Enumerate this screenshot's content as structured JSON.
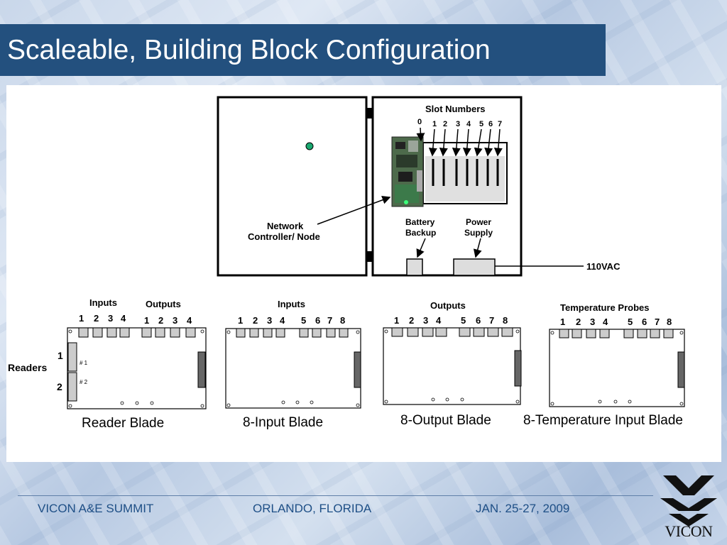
{
  "slide": {
    "title": "Scaleable, Building Block Configuration"
  },
  "diagram": {
    "slot_numbers_label": "Slot Numbers",
    "slot_numbers": [
      "0",
      "1",
      "2",
      "3",
      "4",
      "5",
      "6",
      "7"
    ],
    "network_controller_label_line1": "Network",
    "network_controller_label_line2": "Controller/ Node",
    "battery_label_line1": "Battery",
    "battery_label_line2": "Backup",
    "power_label_line1": "Power",
    "power_label_line2": "Supply",
    "voltage_label": "110VAC",
    "readers_label": "Readers",
    "reader_numbers": [
      "1",
      "2"
    ],
    "reader_slot_marks": [
      "# 1",
      "# 2"
    ],
    "blades": [
      {
        "name": "Reader Blade",
        "header_left": "Inputs",
        "header_right": "Outputs",
        "numbers": [
          "1",
          "2",
          "3",
          "4",
          "1",
          "2",
          "3",
          "4"
        ]
      },
      {
        "name": "8-Input Blade",
        "header": "Inputs",
        "numbers": [
          "1",
          "2",
          "3",
          "4",
          "5",
          "6",
          "7",
          "8"
        ]
      },
      {
        "name": "8-Output Blade",
        "header": "Outputs",
        "numbers": [
          "1",
          "2",
          "3",
          "4",
          "5",
          "6",
          "7",
          "8"
        ]
      },
      {
        "name": "8-Temperature Input Blade",
        "header": "Temperature Probes",
        "numbers": [
          "1",
          "2",
          "3",
          "4",
          "5",
          "6",
          "7",
          "8"
        ]
      }
    ]
  },
  "footer": {
    "event": "VICON A&E SUMMIT",
    "location": "ORLANDO, FLORIDA",
    "dates": "JAN. 25-27, 2009",
    "logo_text": "VICON"
  },
  "colors": {
    "title_bar": "#23507e",
    "footer_text": "#1e4f86",
    "indicator": "#1aa870"
  }
}
